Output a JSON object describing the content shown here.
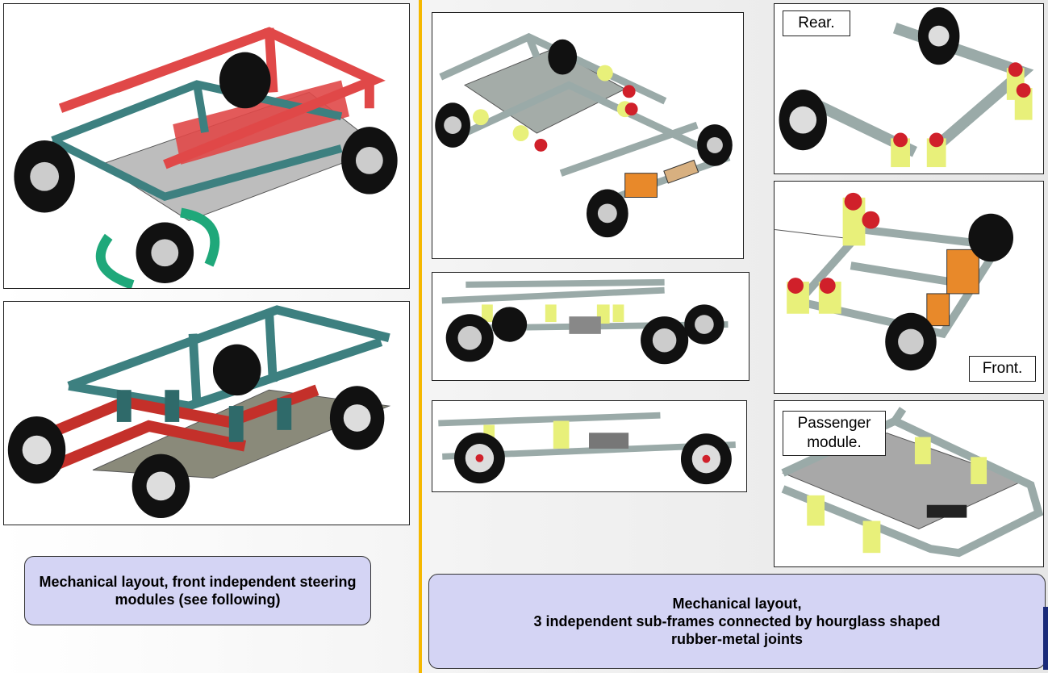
{
  "slide": {
    "left_caption": "Mechanical layout, front independent steering modules (see following)",
    "right_caption_lines": [
      "Mechanical layout,",
      "3 independent sub-frames connected by hourglass shaped",
      "rubber-metal joints"
    ],
    "labels": {
      "rear": "Rear.",
      "front": "Front.",
      "passenger_line1": "Passenger",
      "passenger_line2": "module."
    },
    "colors": {
      "divider": "#f5b800",
      "caption_bg": "#d4d4f4",
      "frame_red": "#e04848",
      "frame_teal": "#3d8080",
      "frame_grey": "#9aaaa8",
      "spring_yellow": "#e8f07a",
      "mount_red": "#d0202a"
    }
  }
}
